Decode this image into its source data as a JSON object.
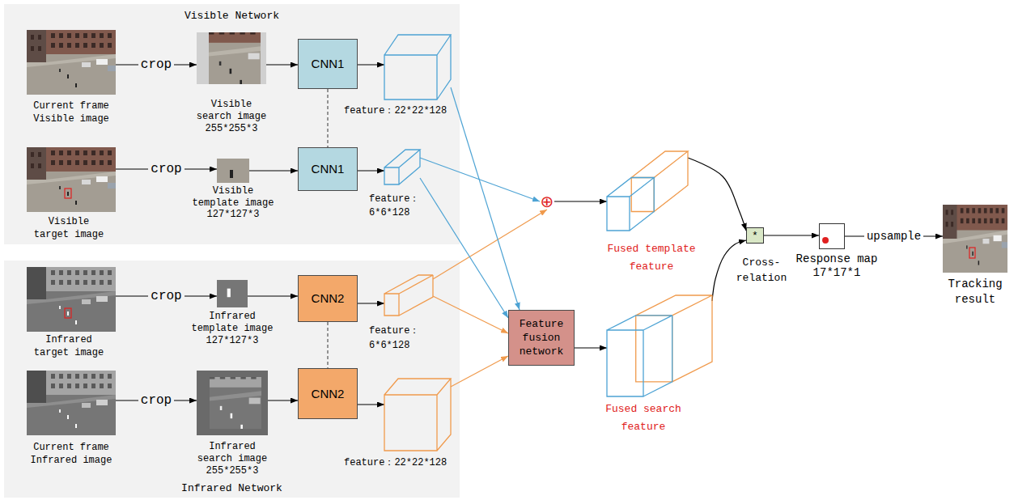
{
  "diagram": {
    "nodes": [
      {
        "text": [
          "Visible Network"
        ]
      },
      {
        "text": [
          "Current frame Visible image"
        ],
        "in": 0
      },
      {
        "text": [
          "Visible search image 255*255*3"
        ],
        "in": 0
      },
      {
        "text": [
          "CNN1"
        ],
        "in": 0
      },
      {
        "text": [
          "feature：22*22*128"
        ],
        "in": 0
      },
      {
        "text": [
          "Visible target image"
        ],
        "in": 0
      },
      {
        "text": [
          "Visible template image 127*127*3"
        ],
        "in": 0
      },
      {
        "text": [
          "CNN1"
        ],
        "in": 0
      },
      {
        "text": [
          "feature： 6*6*128"
        ],
        "in": 0
      },
      {
        "text": [
          "Infrared Network"
        ]
      },
      {
        "text": [
          "Infrared target image"
        ],
        "in": 9
      },
      {
        "text": [
          "Infrared template image 127*127*3"
        ],
        "in": 9
      },
      {
        "text": [
          "CNN2"
        ],
        "in": 9
      },
      {
        "text": [
          "feature： 6*6*128"
        ],
        "in": 9
      },
      {
        "text": [
          "Current frame Infrared image"
        ],
        "in": 9
      },
      {
        "text": [
          "Infrared search image 255*255*3"
        ],
        "in": 9
      },
      {
        "text": [
          "CNN2"
        ],
        "in": 9
      },
      {
        "text": [
          "feature：22*22*128"
        ],
        "in": 9
      },
      {
        "text": [
          "⊕"
        ]
      },
      {
        "text": [
          "Fused template feature"
        ]
      },
      {
        "text": [
          "Feature fusion network"
        ]
      },
      {
        "text": [
          "Fused search feature"
        ]
      },
      {
        "text": [
          "*",
          "Cross- relation"
        ]
      },
      {
        "text": [
          "Response map 17*17*1"
        ]
      },
      {
        "text": [
          "Tracking result"
        ]
      }
    ],
    "edges": [
      {
        "from": 1,
        "to": 2,
        "label": "crop",
        "arrow": "to"
      },
      {
        "from": 2,
        "to": 3,
        "arrow": "to"
      },
      {
        "from": 3,
        "to": 4,
        "arrow": "to"
      },
      {
        "from": 5,
        "to": 6,
        "label": "crop",
        "arrow": "to"
      },
      {
        "from": 6,
        "to": 7,
        "arrow": "to"
      },
      {
        "from": 7,
        "to": 8,
        "arrow": "to"
      },
      {
        "from": 3,
        "to": 7,
        "arrow": "none"
      },
      {
        "from": 10,
        "to": 11,
        "label": "crop",
        "arrow": "to"
      },
      {
        "from": 11,
        "to": 12,
        "arrow": "to"
      },
      {
        "from": 12,
        "to": 13,
        "arrow": "to"
      },
      {
        "from": 14,
        "to": 15,
        "label": "crop",
        "arrow": "to"
      },
      {
        "from": 15,
        "to": 16,
        "arrow": "to"
      },
      {
        "from": 16,
        "to": 17,
        "arrow": "to"
      },
      {
        "from": 12,
        "to": 16,
        "arrow": "none"
      },
      {
        "from": 8,
        "to": 18,
        "arrow": "to"
      },
      {
        "from": 13,
        "to": 18,
        "arrow": "to"
      },
      {
        "from": 4,
        "to": 20,
        "arrow": "to"
      },
      {
        "from": 8,
        "to": 20,
        "arrow": "to"
      },
      {
        "from": 13,
        "to": 20,
        "arrow": "to"
      },
      {
        "from": 17,
        "to": 20,
        "arrow": "to"
      },
      {
        "from": 18,
        "to": 19,
        "arrow": "to"
      },
      {
        "from": 20,
        "to": 21,
        "arrow": "to"
      },
      {
        "from": 19,
        "to": 22,
        "arrow": "to"
      },
      {
        "from": 21,
        "to": 22,
        "arrow": "to"
      },
      {
        "from": 22,
        "to": 23,
        "arrow": "to"
      },
      {
        "from": 23,
        "to": 24,
        "label": "upsample",
        "arrow": "to"
      }
    ]
  }
}
